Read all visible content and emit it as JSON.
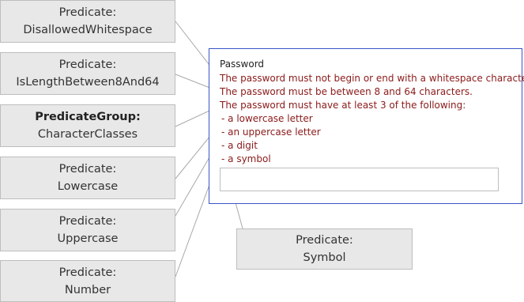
{
  "predicates": [
    {
      "id": "disallowed-whitespace",
      "kind": "Predicate:",
      "name": "DisallowedWhitespace",
      "group": false
    },
    {
      "id": "is-length-between",
      "kind": "Predicate:",
      "name": "IsLengthBetween8And64",
      "group": false
    },
    {
      "id": "character-classes",
      "kind": "PredicateGroup:",
      "name": "CharacterClasses",
      "group": true
    },
    {
      "id": "lowercase",
      "kind": "Predicate:",
      "name": "Lowercase",
      "group": false
    },
    {
      "id": "uppercase",
      "kind": "Predicate:",
      "name": "Uppercase",
      "group": false
    },
    {
      "id": "number",
      "kind": "Predicate:",
      "name": "Number",
      "group": false
    },
    {
      "id": "symbol",
      "kind": "Predicate:",
      "name": "Symbol",
      "group": false
    }
  ],
  "form": {
    "label": "Password",
    "messages": [
      "The password must not begin or end with a whitespace character.",
      "The password must be between 8 and 64 characters.",
      "The password must have at least 3 of the following:",
      " - a lowercase letter",
      " - an uppercase letter",
      " - a digit",
      " - a symbol"
    ],
    "input_value": ""
  },
  "colors": {
    "box_fill": "#e8e8e8",
    "box_border": "#bdbdbd",
    "form_border": "#3a55c8",
    "message_text": "#8b1a1a",
    "connector": "#a8a8a8"
  }
}
